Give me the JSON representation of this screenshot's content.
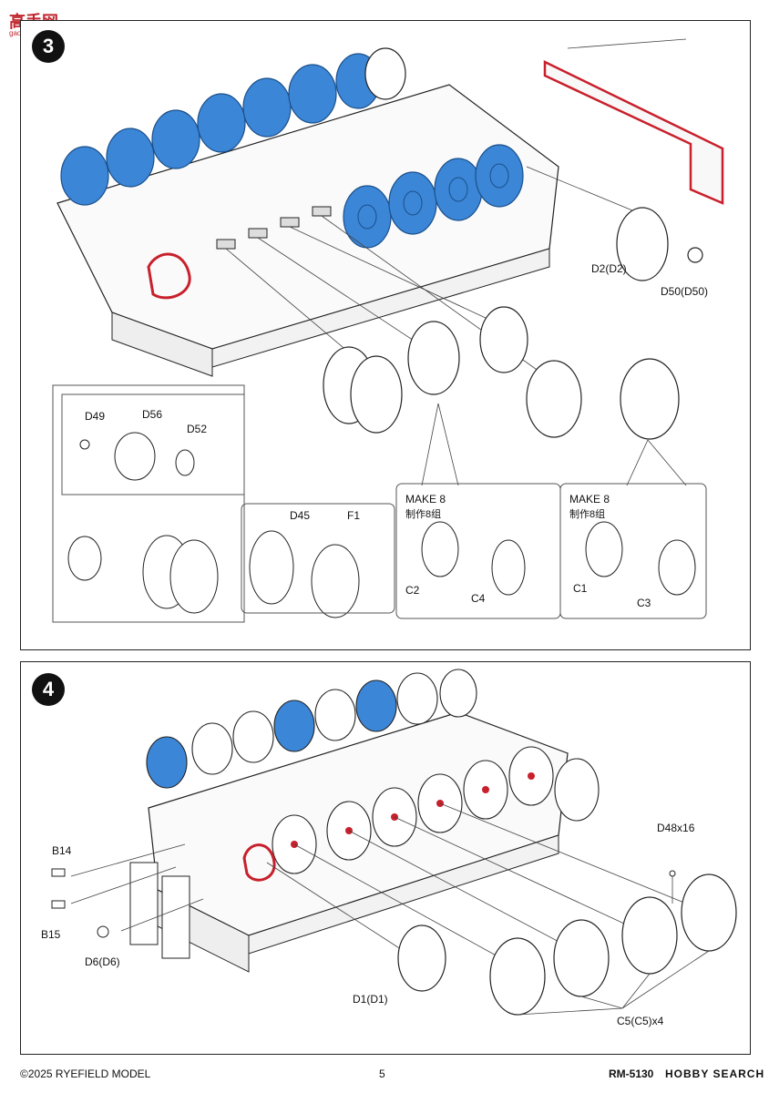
{
  "watermark": {
    "text": "高手网",
    "sub": "gao-shou.com"
  },
  "step3": {
    "number": "3",
    "parts": {
      "d2": "D2(D2)",
      "d50": "D50(D50)",
      "d49": "D49",
      "d56": "D56",
      "d52": "D52",
      "d45": "D45",
      "f1": "F1"
    },
    "make_left": {
      "title": "MAKE 8",
      "title_cn": "制作8组",
      "c2": "C2",
      "c4": "C4"
    },
    "make_right": {
      "title": "MAKE 8",
      "title_cn": "制作8组",
      "c1": "C1",
      "c3": "C3"
    }
  },
  "step4": {
    "number": "4",
    "parts": {
      "b14": "B14",
      "b15": "B15",
      "d6": "D6(D6)",
      "d1": "D1(D1)",
      "d48": "D48x16",
      "c5": "C5(C5)x4"
    }
  },
  "footer": {
    "copyright": "©2025 RYEFIELD MODEL",
    "page": "5",
    "code": "RM-5130",
    "logo": "HOBBY SEARCH"
  },
  "colors": {
    "wheel_blue": "#3b86d6",
    "part_red": "#c8202c",
    "outline": "#222222"
  }
}
